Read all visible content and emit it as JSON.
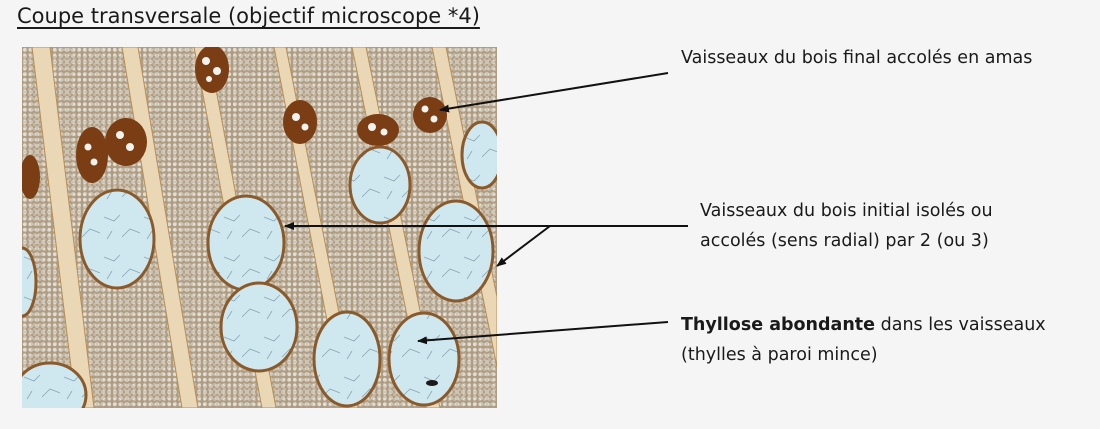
{
  "title": "Coupe transversale (objectif microscope *4)",
  "annotations": {
    "latewood_vessels": "Vaisseaux du bois final accolés en amas",
    "earlywood_vessels_line1": "Vaisseaux du bois initial isolés ou",
    "earlywood_vessels_line2": "accolés (sens radial) par 2 (ou 3)",
    "tyloses_bold": "Thyllose abondante",
    "tyloses_rest": " dans les vaisseaux",
    "tyloses_line2": "(thylles à paroi mince)"
  },
  "colors": {
    "background": "#f5f5f5",
    "tissue": "#c9b79c",
    "ray": "#ead7b6",
    "vessel_fill": "#d6ecf2",
    "vessel_wall": "#8a5a2b",
    "latewood_cluster": "#7a3d14",
    "arrow": "#111111"
  }
}
